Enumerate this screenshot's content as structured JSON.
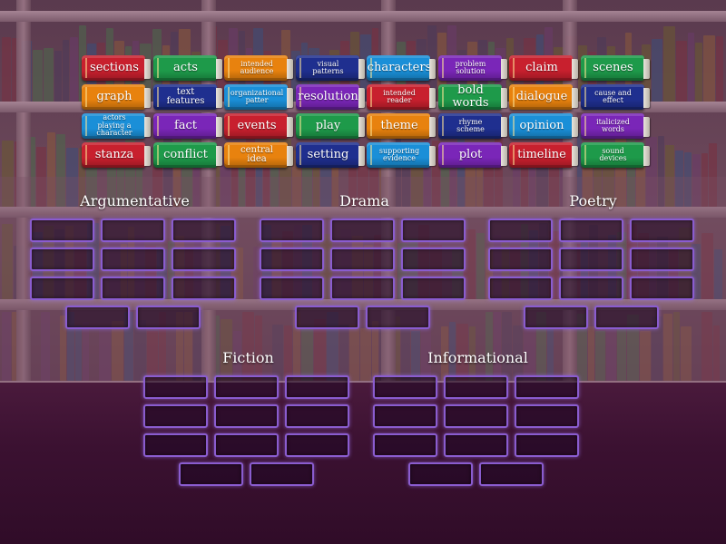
{
  "tiles": [
    {
      "label": "sections",
      "color": "#c8202e",
      "size": "l"
    },
    {
      "label": "acts",
      "color": "#1e9a4a",
      "size": "l"
    },
    {
      "label": "intended audience",
      "color": "#e8820e",
      "size": "s"
    },
    {
      "label": "visual patterns",
      "color": "#1f2f8f",
      "size": "s"
    },
    {
      "label": "characters",
      "color": "#1a8fd8",
      "size": "l"
    },
    {
      "label": "problem solution",
      "color": "#7a26b8",
      "size": "s"
    },
    {
      "label": "claim",
      "color": "#c8202e",
      "size": "l"
    },
    {
      "label": "scenes",
      "color": "#1e9a4a",
      "size": "l"
    },
    {
      "label": "graph",
      "color": "#e8820e",
      "size": "l"
    },
    {
      "label": "text features",
      "color": "#1f2f8f",
      "size": "m"
    },
    {
      "label": "organizational patter",
      "color": "#1a8fd8",
      "size": "s"
    },
    {
      "label": "resolution",
      "color": "#7a26b8",
      "size": "l"
    },
    {
      "label": "intended reader",
      "color": "#c8202e",
      "size": "s"
    },
    {
      "label": "bold words",
      "color": "#1e9a4a",
      "size": "l"
    },
    {
      "label": "dialogue",
      "color": "#e8820e",
      "size": "l"
    },
    {
      "label": "cause and effect",
      "color": "#1f2f8f",
      "size": "s"
    },
    {
      "label": "actors playing a character",
      "color": "#1a8fd8",
      "size": "s"
    },
    {
      "label": "fact",
      "color": "#7a26b8",
      "size": "l"
    },
    {
      "label": "events",
      "color": "#c8202e",
      "size": "l"
    },
    {
      "label": "play",
      "color": "#1e9a4a",
      "size": "l"
    },
    {
      "label": "theme",
      "color": "#e8820e",
      "size": "l"
    },
    {
      "label": "rhyme scheme",
      "color": "#1f2f8f",
      "size": "s"
    },
    {
      "label": "opinion",
      "color": "#1a8fd8",
      "size": "l"
    },
    {
      "label": "italicized words",
      "color": "#7a26b8",
      "size": "s"
    },
    {
      "label": "stanza",
      "color": "#c8202e",
      "size": "l"
    },
    {
      "label": "conflict",
      "color": "#1e9a4a",
      "size": "l"
    },
    {
      "label": "central idea",
      "color": "#e8820e",
      "size": "m"
    },
    {
      "label": "setting",
      "color": "#1f2f8f",
      "size": "l"
    },
    {
      "label": "supporting evidence",
      "color": "#1a8fd8",
      "size": "s"
    },
    {
      "label": "plot",
      "color": "#7a26b8",
      "size": "l"
    },
    {
      "label": "timeline",
      "color": "#c8202e",
      "size": "l"
    },
    {
      "label": "sound devices",
      "color": "#1e9a4a",
      "size": "s"
    }
  ],
  "groups": [
    {
      "title": "Argumentative",
      "slots": 11
    },
    {
      "title": "Drama",
      "slots": 11
    },
    {
      "title": "Poetry",
      "slots": 11
    },
    {
      "title": "Fiction",
      "slots": 11
    },
    {
      "title": "Informational",
      "slots": 11
    }
  ]
}
